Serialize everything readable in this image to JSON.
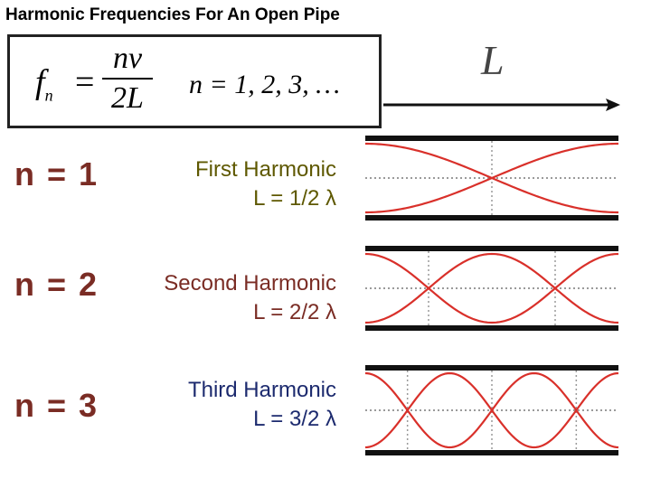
{
  "title": "Harmonic Frequencies For An Open Pipe",
  "formula": {
    "lhs_var": "f",
    "lhs_sub": "n",
    "equals": "=",
    "numerator": "nv",
    "denominator": "2L",
    "n_values": "n = 1, 2, 3, …"
  },
  "length_label": "L",
  "harmonics": [
    {
      "n_label": "n = 1",
      "name": "First Harmonic",
      "length_relation": "L = 1/2 λ",
      "loops": 1
    },
    {
      "n_label": "n = 2",
      "name": "Second Harmonic",
      "length_relation": "L = 2/2 λ",
      "loops": 2
    },
    {
      "n_label": "n = 3",
      "name": "Third Harmonic",
      "length_relation": "L = 3/2 λ",
      "loops": 3
    }
  ],
  "colors": {
    "wave": "#d9302a",
    "pipe_wall": "#111111",
    "n_label": "#7a2c24",
    "first_text": "#5e5800",
    "second_text": "#7a2c24",
    "third_text": "#1c2a6e"
  }
}
